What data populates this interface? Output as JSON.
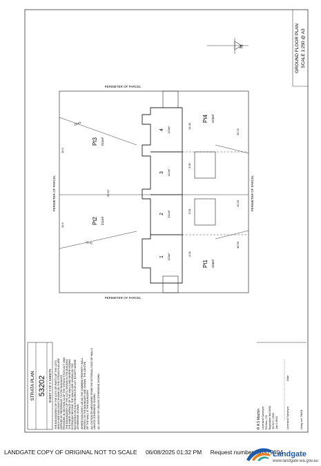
{
  "plan": {
    "title": "STRATA PLAN",
    "number": "53202",
    "sheet": "SHEET 2 OF 2 SHEETS",
    "floor_title": "GROUND FLOOR PLAN",
    "scale": "SCALE 1:250 @ A3",
    "north": "N"
  },
  "notes": [
    "THE BOUNDARIES OF THE LOTS OR PARTS OF THE LOTS",
    "WHICH ARE BUILDINGS SHOWN ON THE STRATA PLAN ARE",
    "DEFINED BY REFERENCE TO THE BUILDINGS",
    "PROVIDED IN SECTION 3A OF THE STRATA TITLES ACT 1985.",
    "THE BOUNDARIES OF THE LOTS SHOWN IN THE BUILDING",
    "THE INNER SURFACE OF THE WALLS AND WHERE ROOMS",
    "EXTENDING BEYOND THE WALLS ARE SHOWN ON THE",
    "ELEVATIONS ON EACH RESPECTIVE LOT, EXCEPT WHERE",
    "OTHERWISE SHOWN.",
    "WHERE BUILDINGS LIE ON THE COMMON PROPERTY WALL",
    "PARTIES TO THE BOUNDARY ARE SHOWN. THE CENTRE",
    "OF THE WALL IS THE BOUNDARY.",
    "ALL DISTANCES MEASURED FROM THE EXTERNAL FACE OF WALLS",
    "UNLESS OTHERWISE SHOWN.",
    "ALL ANGLES 90° UNLESS OTHERWISE SHOWN"
  ],
  "surveyor": {
    "name": "R A S Machin",
    "title": "Licensed Surveyor",
    "address1": "PO Box 176",
    "address2": "Bayswater WA 6933",
    "phone": "Tel 9271 2500",
    "job": "Job # 9843",
    "sign_label": "Licensed Surveyor",
    "date_label": "Date",
    "ref": "Vesty ref: 76601"
  },
  "boundary_labels": {
    "top": "PERIMETER OF PARCEL",
    "bottom": "PERIMETER OF PARCEL",
    "left": "PERIMETER OF PARCEL",
    "right": "PERIMETER OF PARCEL"
  },
  "lots": [
    {
      "id": "Pt1",
      "area": "410m²"
    },
    {
      "id": "Pt2",
      "area": "211m²"
    },
    {
      "id": "Pt3",
      "area": "211m²"
    },
    {
      "id": "Pt4",
      "area": "473m²"
    },
    {
      "id": "1",
      "area": "115m²"
    },
    {
      "id": "2",
      "area": "111m²"
    },
    {
      "id": "3",
      "area": "111m²"
    },
    {
      "id": "4",
      "area": "115m²"
    }
  ],
  "dimensions": [
    "29.63",
    "16.3",
    "16.5",
    "25.62",
    "30.72",
    "25.00",
    "21.41",
    "38.99",
    "14.45",
    "3.95",
    "5.01",
    "4.34"
  ],
  "footer": {
    "copy_note": "LANDGATE COPY OF ORIGINAL NOT TO SCALE",
    "datetime": "06/08/2025 01:32 PM",
    "request": "Request number: 68579604",
    "brand": "Landgate",
    "url": "www.landgate.wa.gov.au"
  },
  "colors": {
    "brand_blue": "#1f5aa6",
    "brand_orange": "#e57c1f",
    "brand_teal": "#2aa198"
  }
}
